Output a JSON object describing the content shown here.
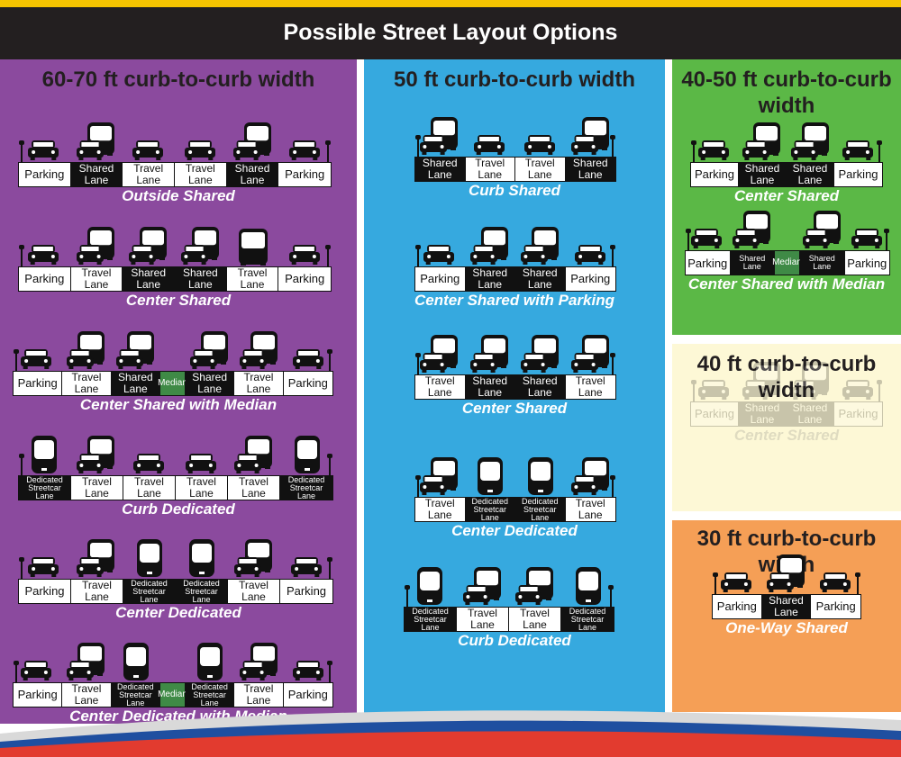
{
  "header": {
    "title": "Possible Street Layout Options"
  },
  "panels": [
    {
      "id": "p60",
      "title": "60-70 ft curb-to-curb width",
      "bg": "#8b4a9e",
      "options": [
        {
          "caption": "Outside Shared",
          "lanes": [
            {
              "t": "Parking",
              "k": "pk"
            },
            {
              "t": "Shared Lane",
              "k": "dark"
            },
            {
              "t": "Travel Lane",
              "k": "w"
            },
            {
              "t": "Travel Lane",
              "k": "w"
            },
            {
              "t": "Shared Lane",
              "k": "dark"
            },
            {
              "t": "Parking",
              "k": "pk"
            }
          ],
          "vehicles": [
            "car",
            "bus+car",
            "car",
            "car",
            "bus+car",
            "car"
          ]
        },
        {
          "caption": "Center Shared",
          "lanes": [
            {
              "t": "Parking",
              "k": "pk"
            },
            {
              "t": "Travel Lane",
              "k": "w"
            },
            {
              "t": "Shared Lane",
              "k": "dark"
            },
            {
              "t": "Shared Lane",
              "k": "dark"
            },
            {
              "t": "Travel Lane",
              "k": "w"
            },
            {
              "t": "Parking",
              "k": "pk"
            }
          ],
          "vehicles": [
            "car",
            "bus+car",
            "bus+car",
            "bus+car",
            "bus",
            "car"
          ]
        },
        {
          "caption": "Center Shared with Median",
          "lanes": [
            {
              "t": "Parking",
              "k": "pk"
            },
            {
              "t": "Travel Lane",
              "k": "w"
            },
            {
              "t": "Shared Lane",
              "k": "dark"
            },
            {
              "t": "Median",
              "k": "median"
            },
            {
              "t": "Shared Lane",
              "k": "dark"
            },
            {
              "t": "Travel Lane",
              "k": "w"
            },
            {
              "t": "Parking",
              "k": "pk"
            }
          ],
          "vehicles": [
            "car",
            "bus+car",
            "bus+car",
            "none",
            "bus+car",
            "bus+car",
            "car"
          ]
        },
        {
          "caption": "Curb Dedicated",
          "lanes": [
            {
              "t": "Dedicated Streetcar Lane",
              "k": "dark sm"
            },
            {
              "t": "Travel Lane",
              "k": "w"
            },
            {
              "t": "Travel Lane",
              "k": "w"
            },
            {
              "t": "Travel Lane",
              "k": "w"
            },
            {
              "t": "Travel Lane",
              "k": "w"
            },
            {
              "t": "Dedicated Streetcar Lane",
              "k": "dark sm"
            }
          ],
          "vehicles": [
            "streetcar",
            "bus+car",
            "car",
            "car",
            "bus+car",
            "streetcar"
          ]
        },
        {
          "caption": "Center Dedicated",
          "lanes": [
            {
              "t": "Parking",
              "k": "pk"
            },
            {
              "t": "Travel Lane",
              "k": "w"
            },
            {
              "t": "Dedicated Streetcar Lane",
              "k": "dark sm"
            },
            {
              "t": "Dedicated Streetcar Lane",
              "k": "dark sm"
            },
            {
              "t": "Travel Lane",
              "k": "w"
            },
            {
              "t": "Parking",
              "k": "pk"
            }
          ],
          "vehicles": [
            "car",
            "bus+car",
            "streetcar",
            "streetcar",
            "bus+car",
            "car"
          ]
        },
        {
          "caption": "Center Dedicated with Median",
          "lanes": [
            {
              "t": "Parking",
              "k": "pk"
            },
            {
              "t": "Travel Lane",
              "k": "w"
            },
            {
              "t": "Dedicated Streetcar Lane",
              "k": "dark sm"
            },
            {
              "t": "Median",
              "k": "median"
            },
            {
              "t": "Dedicated Streetcar Lane",
              "k": "dark sm"
            },
            {
              "t": "Travel Lane",
              "k": "w"
            },
            {
              "t": "Parking",
              "k": "pk"
            }
          ],
          "vehicles": [
            "car",
            "bus+car",
            "streetcar",
            "none",
            "streetcar",
            "bus+car",
            "car"
          ]
        }
      ]
    },
    {
      "id": "p50",
      "title": "50 ft curb-to-curb width",
      "bg": "#36a9df",
      "options": [
        {
          "caption": "Curb Shared",
          "lanes": [
            {
              "t": "Shared Lane",
              "k": "dark"
            },
            {
              "t": "Travel Lane",
              "k": "w"
            },
            {
              "t": "Travel Lane",
              "k": "w"
            },
            {
              "t": "Shared Lane",
              "k": "dark"
            }
          ],
          "vehicles": [
            "bus+car",
            "car",
            "car",
            "bus+car"
          ]
        },
        {
          "caption": "Center Shared with Parking",
          "lanes": [
            {
              "t": "Parking",
              "k": "pk"
            },
            {
              "t": "Shared Lane",
              "k": "dark"
            },
            {
              "t": "Shared Lane",
              "k": "dark"
            },
            {
              "t": "Parking",
              "k": "pk"
            }
          ],
          "vehicles": [
            "car",
            "bus+car",
            "bus+car",
            "car"
          ]
        },
        {
          "caption": "Center Shared",
          "lanes": [
            {
              "t": "Travel Lane",
              "k": "w"
            },
            {
              "t": "Shared Lane",
              "k": "dark"
            },
            {
              "t": "Shared Lane",
              "k": "dark"
            },
            {
              "t": "Travel Lane",
              "k": "w"
            }
          ],
          "vehicles": [
            "bus+car",
            "bus+car",
            "bus+car",
            "bus+car"
          ]
        },
        {
          "caption": "Center Dedicated",
          "lanes": [
            {
              "t": "Travel Lane",
              "k": "w"
            },
            {
              "t": "Dedicated Streetcar Lane",
              "k": "dark sm"
            },
            {
              "t": "Dedicated Streetcar Lane",
              "k": "dark sm"
            },
            {
              "t": "Travel Lane",
              "k": "w"
            }
          ],
          "vehicles": [
            "bus+car",
            "streetcar",
            "streetcar",
            "bus+car"
          ]
        },
        {
          "caption": "Curb Dedicated",
          "lanes": [
            {
              "t": "Dedicated Streetcar Lane",
              "k": "dark sm"
            },
            {
              "t": "Travel Lane",
              "k": "w"
            },
            {
              "t": "Travel Lane",
              "k": "w"
            },
            {
              "t": "Dedicated Streetcar Lane",
              "k": "dark sm"
            }
          ],
          "vehicles": [
            "streetcar",
            "bus+car",
            "bus+car",
            "streetcar"
          ]
        }
      ]
    },
    {
      "id": "p40a",
      "title": "40-50 ft curb-to-curb width",
      "bg": "#5bb846",
      "options": [
        {
          "caption": "Center Shared",
          "lanes": [
            {
              "t": "Parking",
              "k": "pk"
            },
            {
              "t": "Shared Lane",
              "k": "dark"
            },
            {
              "t": "Shared Lane",
              "k": "dark"
            },
            {
              "t": "Parking",
              "k": "pk"
            }
          ],
          "vehicles": [
            "car",
            "bus+car",
            "bus+car",
            "car"
          ]
        },
        {
          "caption": "Center Shared with Median",
          "lanes": [
            {
              "t": "Parking",
              "k": "pk sm"
            },
            {
              "t": "Shared Lane",
              "k": "dark sm"
            },
            {
              "t": "Median",
              "k": "median"
            },
            {
              "t": "Shared Lane",
              "k": "dark sm"
            },
            {
              "t": "Parking",
              "k": "pk sm"
            }
          ],
          "vehicles": [
            "car",
            "bus+car",
            "none",
            "bus+car",
            "car"
          ]
        }
      ]
    },
    {
      "id": "p40",
      "title": "40 ft curb-to-curb width",
      "bg": "#fdf8d6",
      "options": [
        {
          "caption": "Center Shared",
          "lanes": [
            {
              "t": "Parking",
              "k": "pk"
            },
            {
              "t": "Shared Lane",
              "k": "dark"
            },
            {
              "t": "Shared Lane",
              "k": "dark"
            },
            {
              "t": "Parking",
              "k": "pk"
            }
          ],
          "vehicles": [
            "car",
            "bus+car",
            "bus+car",
            "car"
          ]
        }
      ]
    },
    {
      "id": "p30",
      "title": "30 ft curb-to-curb width",
      "bg": "#f59f56",
      "options": [
        {
          "caption": "One-Way Shared",
          "lanes": [
            {
              "t": "Parking",
              "k": "pk"
            },
            {
              "t": "Shared Lane",
              "k": "dark"
            },
            {
              "t": "Parking",
              "k": "pk"
            }
          ],
          "vehicles": [
            "car",
            "bus+car",
            "car"
          ]
        }
      ]
    }
  ],
  "colors": {
    "caption": "#ffffff",
    "median": "#3f8a46",
    "dark_lane": "#111111",
    "title": "#231f20"
  }
}
